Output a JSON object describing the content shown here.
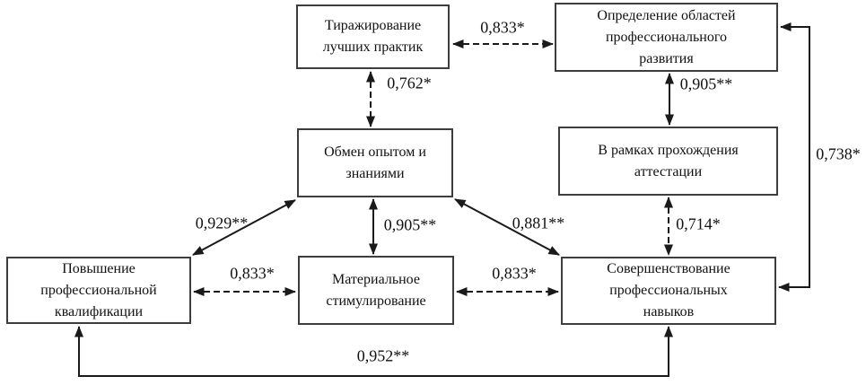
{
  "diagram": {
    "nodes": [
      {
        "id": "best-practices",
        "label": "Тиражирование\nлучших практик"
      },
      {
        "id": "development-areas",
        "label": "Определение областей\nпрофессионального\nразвития"
      },
      {
        "id": "experience-exchange",
        "label": "Обмен опытом и\nзнаниями"
      },
      {
        "id": "attestation",
        "label": "В рамках прохождения\nаттестации"
      },
      {
        "id": "qualification-upgrade",
        "label": "Повышение\nпрофессиональной\nквалификации"
      },
      {
        "id": "material-incentives",
        "label": "Материальное\nстимулирование"
      },
      {
        "id": "skills-improvement",
        "label": "Совершенствование\nпрофессиональных\nнавыков"
      }
    ],
    "edges": [
      {
        "from": "best-practices",
        "to": "development-areas",
        "value": "0,833*",
        "line": "dashed",
        "bidirectional": true
      },
      {
        "from": "best-practices",
        "to": "experience-exchange",
        "value": "0,762*",
        "line": "dashed",
        "bidirectional": true
      },
      {
        "from": "development-areas",
        "to": "attestation",
        "value": "0,905**",
        "line": "solid",
        "bidirectional": true
      },
      {
        "from": "experience-exchange",
        "to": "material-incentives",
        "value": "0,905**",
        "line": "solid",
        "bidirectional": true
      },
      {
        "from": "attestation",
        "to": "skills-improvement",
        "value": "0,714*",
        "line": "dashed",
        "bidirectional": true
      },
      {
        "from": "qualification-upgrade",
        "to": "experience-exchange",
        "value": "0,929**",
        "line": "solid",
        "bidirectional": true
      },
      {
        "from": "experience-exchange",
        "to": "skills-improvement",
        "value": "0,881**",
        "line": "solid",
        "bidirectional": true
      },
      {
        "from": "qualification-upgrade",
        "to": "material-incentives",
        "value": "0,833*",
        "line": "dashed",
        "bidirectional": true
      },
      {
        "from": "material-incentives",
        "to": "skills-improvement",
        "value": "0,833*",
        "line": "dashed",
        "bidirectional": true
      },
      {
        "from": "development-areas",
        "to": "skills-improvement",
        "value": "0,738*",
        "line": "solid",
        "bidirectional": true
      },
      {
        "from": "qualification-upgrade",
        "to": "skills-improvement",
        "value": "0,952**",
        "line": "solid",
        "bidirectional": true
      }
    ],
    "colors": {
      "line": "#1a1a1a",
      "box_border": "#3d3d3d",
      "background": "#ffffff",
      "text": "#111111"
    }
  }
}
